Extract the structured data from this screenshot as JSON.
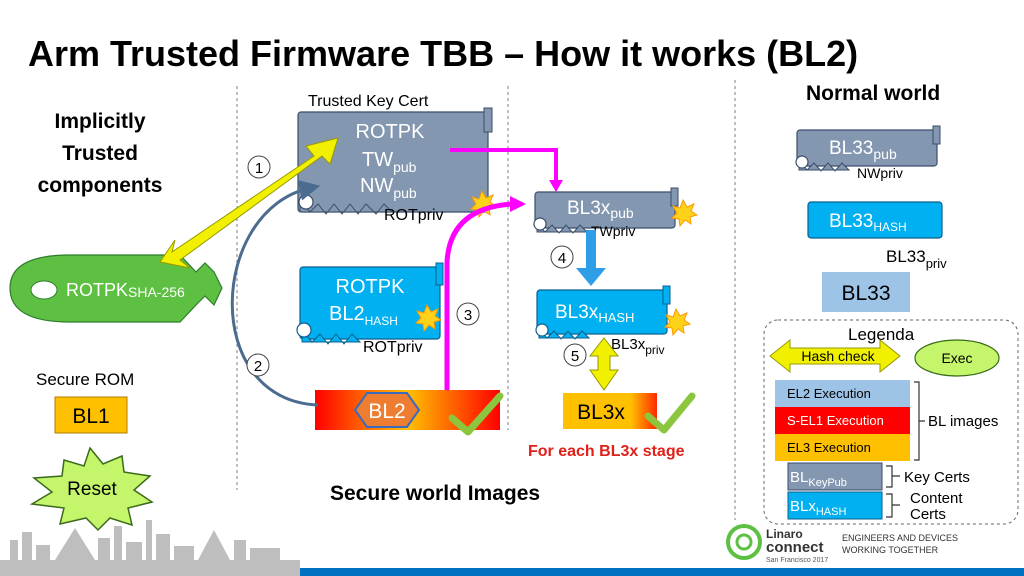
{
  "slide": {
    "title": "Arm Trusted Firmware TBB – How it works (BL2)",
    "implicit_label": [
      "Implicitly",
      "Trusted",
      "components"
    ],
    "normal_world_label": "Normal world",
    "secure_world_label": "Secure world Images",
    "for_each_label": "For each BL3x stage",
    "secure_rom_label": "Secure ROM"
  },
  "rotpk_key": {
    "label": "ROTPK",
    "sub": "SHA-256"
  },
  "boxes": {
    "bl1": "BL1",
    "reset": "Reset",
    "bl2": "BL2",
    "bl3x": "BL3x",
    "bl33": "BL33"
  },
  "trusted_key_cert": {
    "caption": "Trusted Key Cert",
    "rotpk": "ROTPK",
    "tw": "TW",
    "tw_sub": "pub",
    "nw": "NW",
    "nw_sub": "pub",
    "signer": "ROTpriv"
  },
  "bl2_cert": {
    "rotpk": "ROTPK",
    "bl2": "BL2",
    "bl2_sub": "HASH",
    "signer": "ROTpriv"
  },
  "bl3x_pub_cert": {
    "main": "BL3x",
    "sub": "pub",
    "signer": "TWpriv"
  },
  "bl3x_hash_cert": {
    "main": "BL3x",
    "sub": "HASH",
    "signer_main": "BL3x",
    "signer_sub": "priv"
  },
  "bl33_pub_cert": {
    "main": "BL33",
    "sub": "pub",
    "signer": "NWpriv"
  },
  "bl33_hash_cert": {
    "main": "BL33",
    "sub": "HASH",
    "signer_main": "BL33",
    "signer_sub": "priv"
  },
  "steps": [
    "1",
    "2",
    "3",
    "4",
    "5"
  ],
  "legend": {
    "title": "Legenda",
    "hash_check": "Hash check",
    "exec": "Exec",
    "el2": "EL2 Execution",
    "sel1": "S-EL1 Execution",
    "el3": "EL3 Execution",
    "bl_images": "BL images",
    "keypub_main": "BL",
    "keypub_sub": "KeyPub",
    "key_certs": "Key Certs",
    "hash_main": "BLx",
    "hash_sub": "HASH",
    "content_certs": [
      "Content",
      "Certs"
    ]
  },
  "footer": {
    "logo_line1": "Linaro",
    "logo_line2": "connect",
    "logo_line3": "San Francisco 2017",
    "tagline": [
      "ENGINEERS AND DEVICES",
      "WORKING TOGETHER"
    ]
  },
  "colors": {
    "key_green": "#5ec043",
    "cert_gray": "#8497b0",
    "cert_blue": "#00b0f0",
    "bl_orange": "#ffc000",
    "bl33_light": "#9dc3e6",
    "red": "#ff0000",
    "yellow_arrow": "#f0f000",
    "magenta": "#ff00ff",
    "arrow_blue": "#2e9fe6",
    "check_green": "#8cc63f",
    "gold_star": "#ffd21a",
    "footer_blue": "#0070c0"
  }
}
